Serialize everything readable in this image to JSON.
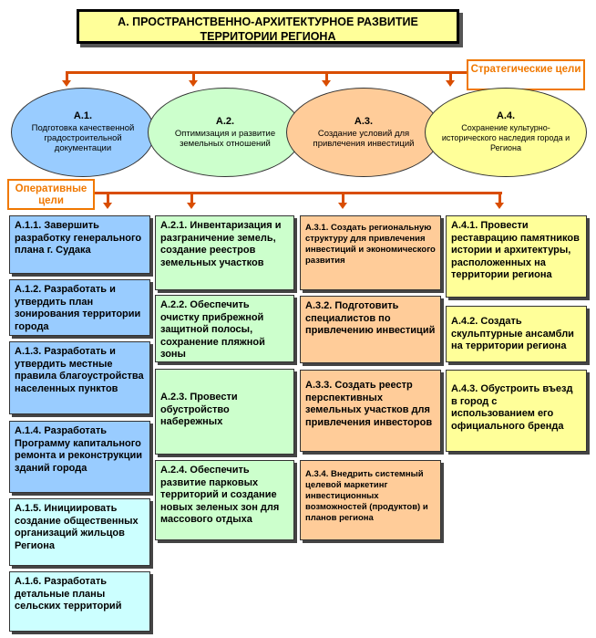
{
  "title": "А. ПРОСТРАНСТВЕННО-АРХИТЕКТУРНОЕ РАЗВИТИЕ ТЕРРИТОРИИ РЕГИОНА",
  "strategic_label": "Стратегические цели",
  "operative_label": "Оперативные цели",
  "strategic_goals": [
    {
      "code": "А.1.",
      "text": "Подготовка качественной градостроительной документации",
      "color": "#99ccff"
    },
    {
      "code": "А.2.",
      "text": "Оптимизация и развитие земельных отношений",
      "color": "#ccffcc"
    },
    {
      "code": "А.3.",
      "text": "Создание условий для привлечения инвестиций",
      "color": "#ffcc99"
    },
    {
      "code": "А.4.",
      "text": "Сохранение культурно-исторического наследия города и Региона",
      "color": "#ffff99"
    }
  ],
  "column_a1": [
    "А.1.1. Завершить разработку генерального плана г. Судака",
    "А.1.2. Разработать и утвердить план зонирования территории города",
    "А.1.3. Разработать и утвердить местные правила благоустройства населенных пунктов",
    "А.1.4. Разработать Программу капитального ремонта и реконструкции зданий города",
    "А.1.5. Инициировать создание общественных организаций жильцов Региона",
    "А.1.6. Разработать детальные планы сельских территорий"
  ],
  "column_a2": [
    "А.2.1. Инвентаризация и разграничение земель, создание реестров земельных участков",
    "А.2.2. Обеспечить очистку прибрежной защитной полосы, сохранение пляжной зоны",
    "А.2.3. Провести обустройство набережных",
    "А.2.4. Обеспечить развитие парковых территорий и создание новых зеленых зон для массового отдыха"
  ],
  "column_a3": [
    "А.3.1. Создать региональную структуру для привлечения инвестиций и экономического развития",
    "А.3.2. Подготовить специалистов по привлечению инвестиций",
    "А.3.3. Создать реестр перспективных земельных участков для привлечения инвесторов",
    "А.3.4. Внедрить системный целевой маркетинг инвестиционных возможностей (продуктов) и планов региона"
  ],
  "column_a4": [
    "А.4.1. Провести реставрацию памятников истории и архитектуры, расположенных на территории региона",
    "А.4.2. Создать скульптурные ансамбли на территории региона",
    "А.4.3. Обустроить въезд в город с использованием его официального бренда"
  ]
}
